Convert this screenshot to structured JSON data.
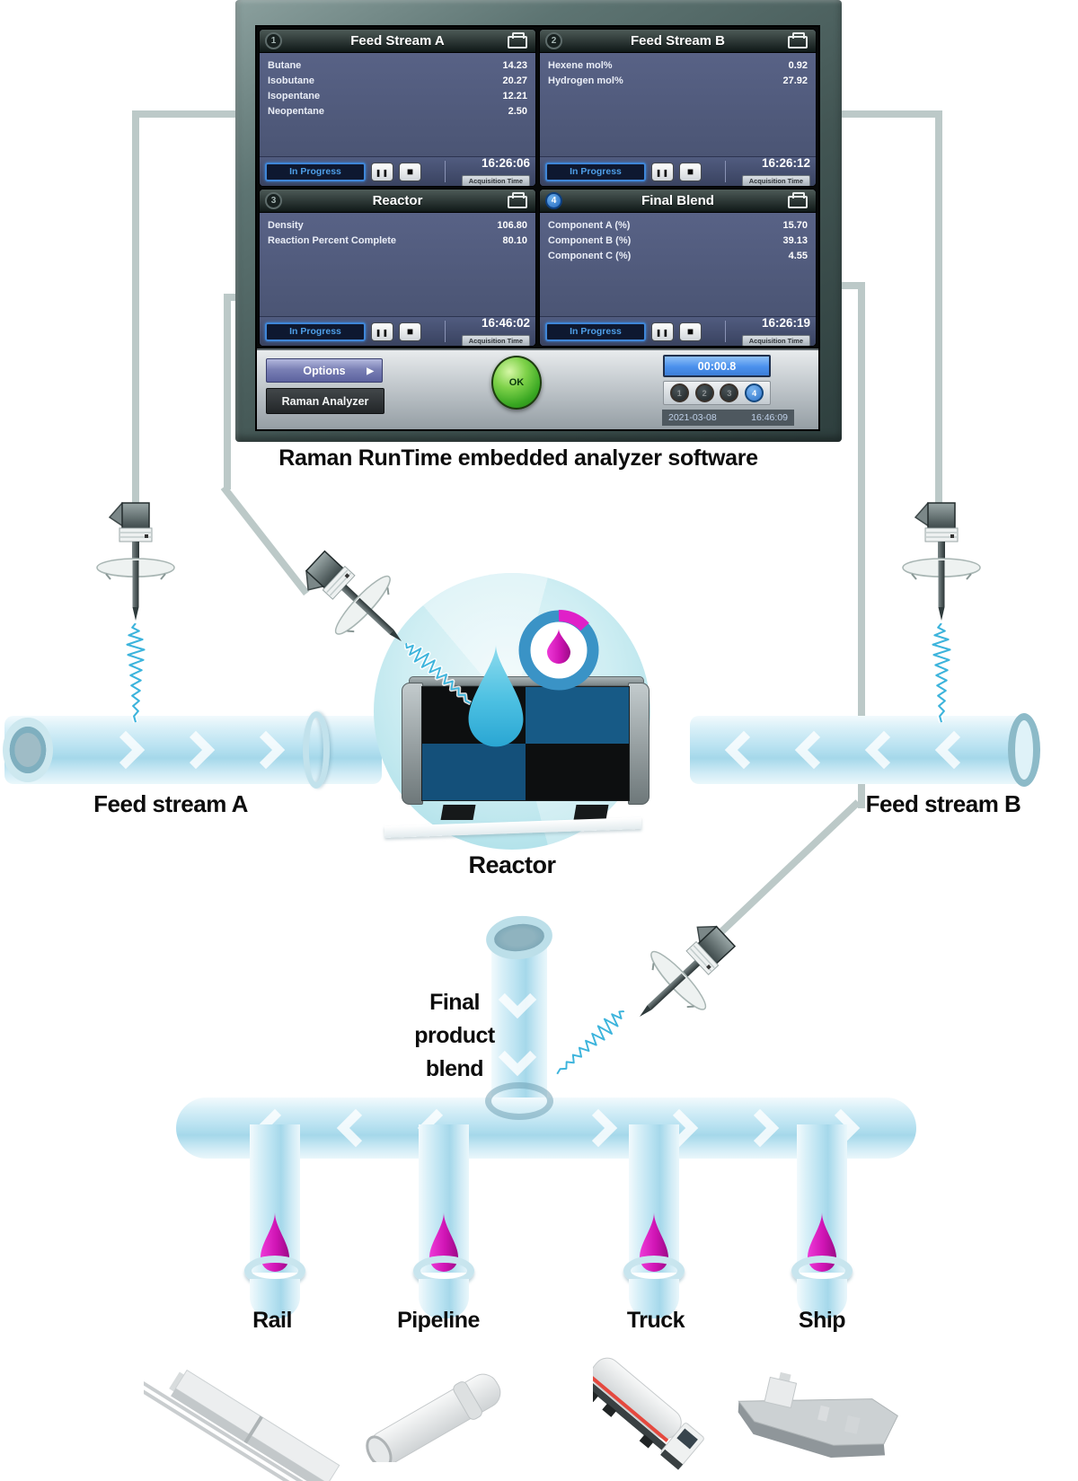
{
  "monitor": {
    "panels": [
      {
        "badge": "1",
        "title": "Feed Stream A",
        "rows": [
          {
            "label": "Butane",
            "value": "14.23"
          },
          {
            "label": "Isobutane",
            "value": "20.27"
          },
          {
            "label": "Isopentane",
            "value": "12.21"
          },
          {
            "label": "Neopentane",
            "value": "2.50"
          }
        ],
        "status": "In Progress",
        "time": "16:26:06",
        "time_label": "Acquisition Time"
      },
      {
        "badge": "2",
        "title": "Feed Stream B",
        "rows": [
          {
            "label": "Hexene mol%",
            "value": "0.92"
          },
          {
            "label": "Hydrogen mol%",
            "value": "27.92"
          }
        ],
        "status": "In Progress",
        "time": "16:26:12",
        "time_label": "Acquisition Time"
      },
      {
        "badge": "3",
        "title": "Reactor",
        "rows": [
          {
            "label": "Density",
            "value": "106.80"
          },
          {
            "label": "Reaction Percent Complete",
            "value": "80.10"
          }
        ],
        "status": "In Progress",
        "time": "16:46:02",
        "time_label": "Acquisition Time"
      },
      {
        "badge": "4",
        "title": "Final Blend",
        "rows": [
          {
            "label": "Component A (%)",
            "value": "15.70"
          },
          {
            "label": "Component B (%)",
            "value": "39.13"
          },
          {
            "label": "Component C (%)",
            "value": "4.55"
          }
        ],
        "status": "In Progress",
        "time": "16:26:19",
        "time_label": "Acquisition Time"
      }
    ],
    "controls": {
      "options": "Options",
      "analyzer": "Raman Analyzer",
      "ok": "OK",
      "timer": "00:00.8",
      "channels": [
        "1",
        "2",
        "3",
        "4"
      ],
      "active_channel": "4",
      "date": "2021-03-08",
      "clock": "16:46:09"
    }
  },
  "caption": "Raman RunTime embedded analyzer software",
  "diagram": {
    "feed_a": "Feed stream A",
    "feed_b": "Feed stream B",
    "reactor": "Reactor",
    "final_blend": [
      "Final",
      "product",
      "blend"
    ],
    "outlets": [
      "Rail",
      "Pipeline",
      "Truck",
      "Ship"
    ]
  },
  "icons": {
    "panel_action": "printer-icon",
    "pause": "pause-icon",
    "stop": "stop-icon",
    "options_arrow": "arrow-right-icon"
  },
  "colors": {
    "status_text": "#4f9fe8",
    "accent_blue": "#3b82d4",
    "ok_green": "#46b52c",
    "droplet_magenta": "#cf1cb5",
    "laser_cyan": "#45b6dc",
    "pipe_blue": "#bfe4f2",
    "cable_gray": "#bcc9c8"
  }
}
